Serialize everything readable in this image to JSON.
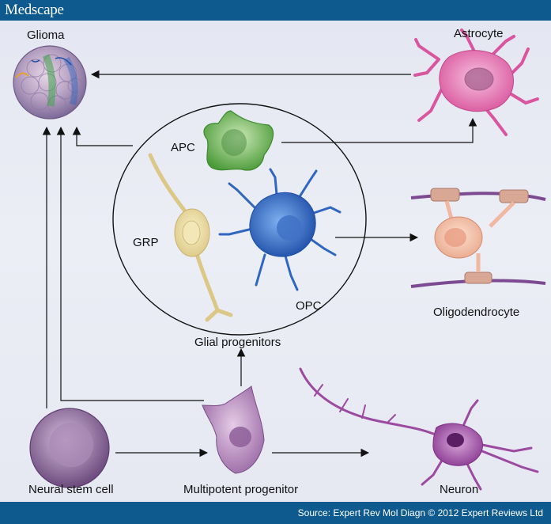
{
  "header": {
    "brand": "Medscape"
  },
  "footer": {
    "source": "Source: Expert Rev Mol Diagn © 2012 Expert Reviews Ltd"
  },
  "labels": {
    "glioma": "Glioma",
    "astrocyte": "Astrocyte",
    "apc": "APC",
    "grp": "GRP",
    "opc": "OPC",
    "oligodendrocyte": "Oligodendrocyte",
    "glial_progenitors": "Glial progenitors",
    "neural_stem_cell": "Neural stem cell",
    "multipotent_progenitor": "Multipotent progenitor",
    "neuron": "Neuron"
  },
  "colors": {
    "header_bg": "#0e5a8e",
    "glioma": "#b8a9c8",
    "astrocyte": "#e070b0",
    "apc": "#5aa843",
    "grp": "#e8d898",
    "opc": "#2f66c0",
    "oligodendrocyte": "#f0b8a0",
    "stem_cell": "#8e6a9c",
    "neuron": "#9b4aa0"
  }
}
